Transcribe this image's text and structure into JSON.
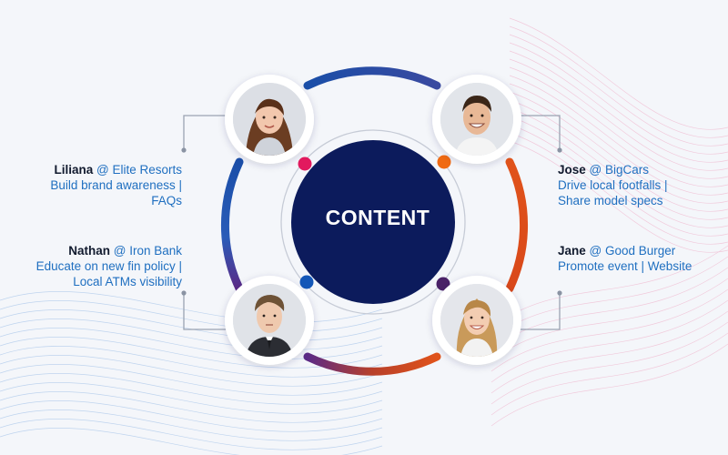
{
  "center": {
    "label": "CONTENT"
  },
  "colors": {
    "navy": "#0c1b5c",
    "ring_blue": "#1a4ea8",
    "ring_orange": "#e0531b",
    "ring_purple": "#5b2a86",
    "dot_pink": "#e2195e",
    "dot_orange": "#f06a12",
    "dot_blue": "#1457b8",
    "dot_purple": "#4a2167",
    "text_blue": "#1f6fc0",
    "text_dark": "#111a2e"
  },
  "people": [
    {
      "id": "liliana",
      "name": "Liliana",
      "company": "@ Elite Resorts",
      "lines": [
        "Build brand awareness |",
        "FAQs"
      ],
      "avatar_icon": "woman-brown-hair-icon"
    },
    {
      "id": "jose",
      "name": "Jose",
      "company": "@ BigCars",
      "lines": [
        "Drive local footfalls |",
        "Share model specs"
      ],
      "avatar_icon": "smiling-man-icon"
    },
    {
      "id": "nathan",
      "name": "Nathan",
      "company": "@ Iron Bank",
      "lines": [
        "Educate on new fin policy |",
        "Local ATMs visibility"
      ],
      "avatar_icon": "man-suit-icon"
    },
    {
      "id": "jane",
      "name": "Jane",
      "company": "@ Good Burger",
      "lines": [
        "Promote event | Website"
      ],
      "avatar_icon": "woman-blonde-icon"
    }
  ]
}
